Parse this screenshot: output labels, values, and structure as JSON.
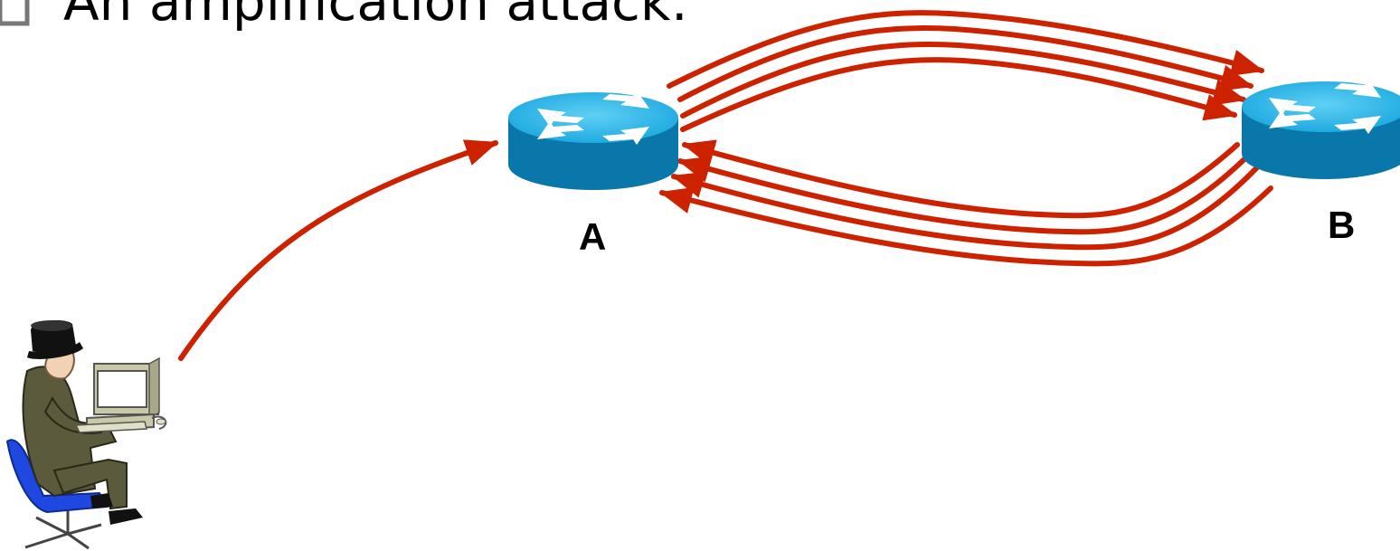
{
  "slide": {
    "bullet_text": "An amplification attack:"
  },
  "nodes": {
    "router_a": {
      "label": "A",
      "icon": "router-icon"
    },
    "router_b": {
      "label": "B",
      "icon": "router-icon"
    },
    "attacker": {
      "icon": "attacker-at-computer-icon"
    }
  },
  "colors": {
    "arrow": "#cc2200",
    "router_top": "#20b5ea",
    "router_side": "#0a77aa",
    "bullet": "#777777"
  }
}
